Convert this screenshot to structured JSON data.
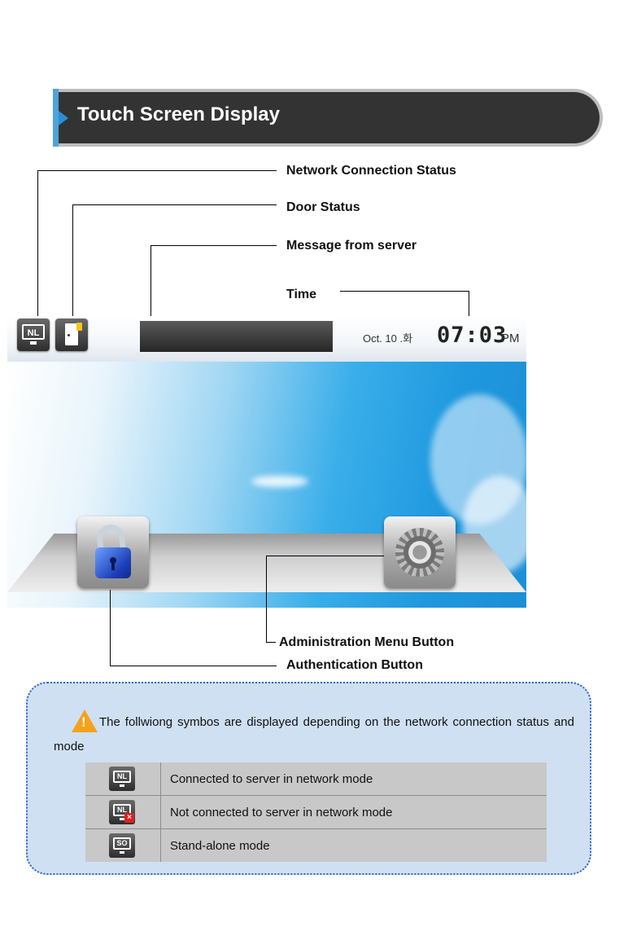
{
  "header": {
    "title": "Touch Screen Display"
  },
  "callouts": {
    "network_status": "Network Connection Status",
    "door_status": "Door Status",
    "server_message": "Message from server",
    "time": "Time",
    "admin_menu": "Administration Menu Button",
    "auth_button": "Authentication Button"
  },
  "screen": {
    "network_icon_text": "NL",
    "date": "Oct. 10 .화",
    "time": "07:03",
    "ampm": "PM"
  },
  "note": {
    "text": "The follwiong symbos are displayed depending on the network connection status and mode"
  },
  "legend": [
    {
      "icon": "NL",
      "label": "Connected to server in network mode"
    },
    {
      "icon": "NL",
      "label": "Not connected to server in network mode"
    },
    {
      "icon": "SO",
      "label": "Stand-alone mode"
    }
  ],
  "colors": {
    "header_bg": "#333333",
    "header_accent": "#2a8ed6",
    "panel_bg": "#cfe0f3",
    "panel_border": "#2f64c7",
    "warning": "#f4a21c"
  }
}
